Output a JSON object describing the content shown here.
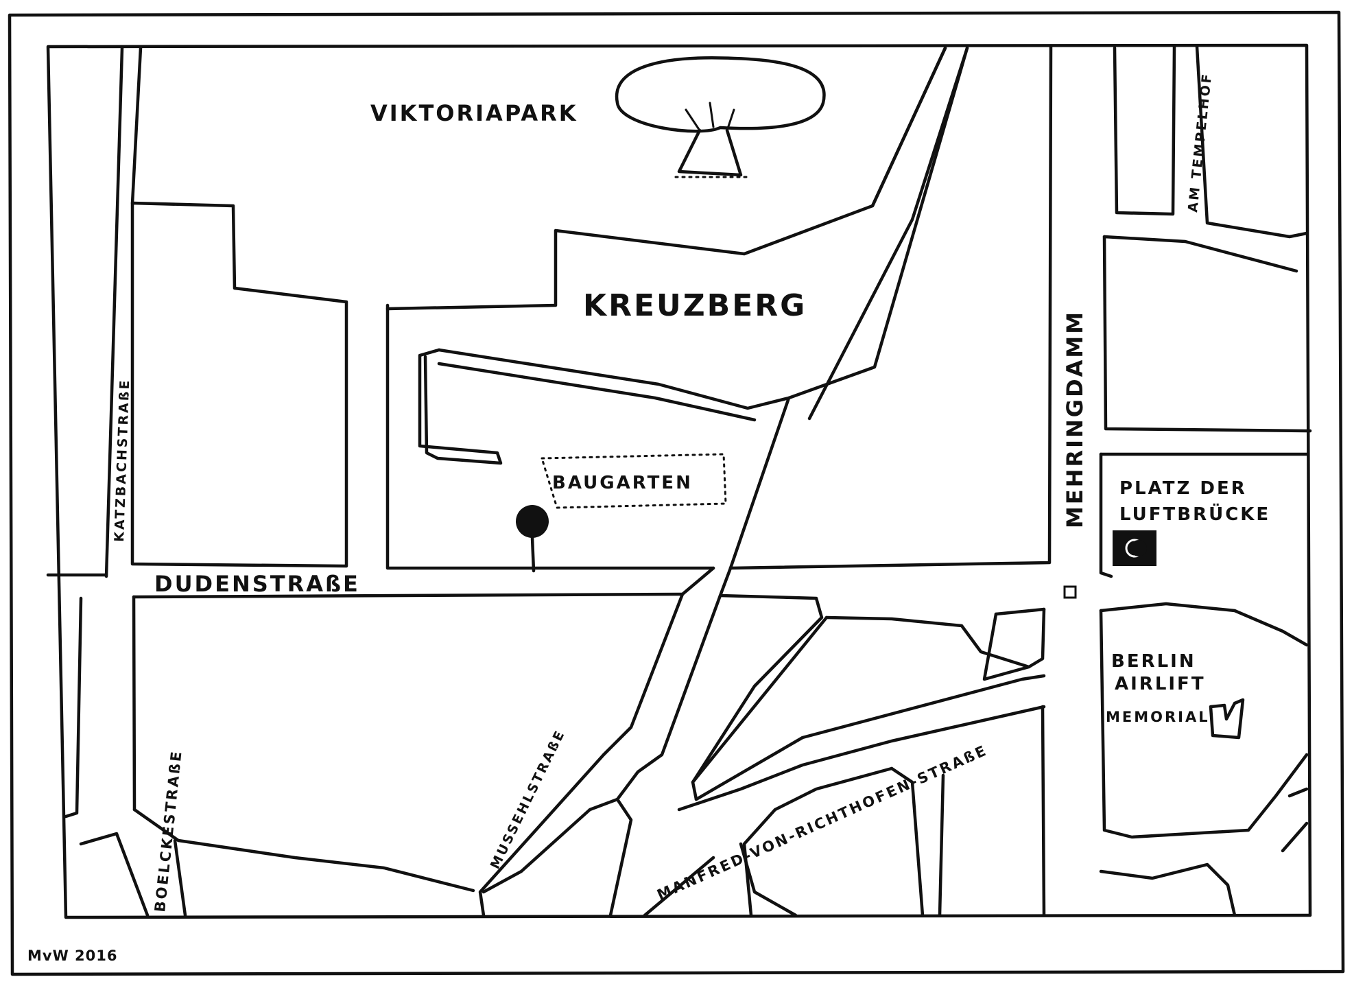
{
  "map": {
    "district": "KREUZBERG",
    "park": "VIKTORIAPARK",
    "garden": "BAUGARTEN",
    "plaza": {
      "line1": "PLATZ DER",
      "line2": "LUFTBRÜCKE"
    },
    "memorial": {
      "line1": "BERLIN",
      "line2": "AIRLIFT",
      "line3": "MEMORIAL"
    },
    "streets": {
      "dudenstrasse": "DUDENSTRAßE",
      "katzbachstrasse": "KATZBACHSTRAßE",
      "mehringdamm": "MEHRINGDAMM",
      "am_tempelhof": "AM TEMPELHOF",
      "boelckestrasse": "BOELCKESTRAßE",
      "mussehlstrasse": "MUSSEHLSTRAßE",
      "richthofen": "MANFRED-VON-RICHTHOFEN-STRAßE"
    },
    "signature": "MvW 2016",
    "icons": {
      "tree": "tree-icon",
      "marker": "location-pin-icon",
      "ubahn": "ubahn-station-icon",
      "monument": "monument-icon",
      "poi": "poi-square-icon"
    }
  }
}
